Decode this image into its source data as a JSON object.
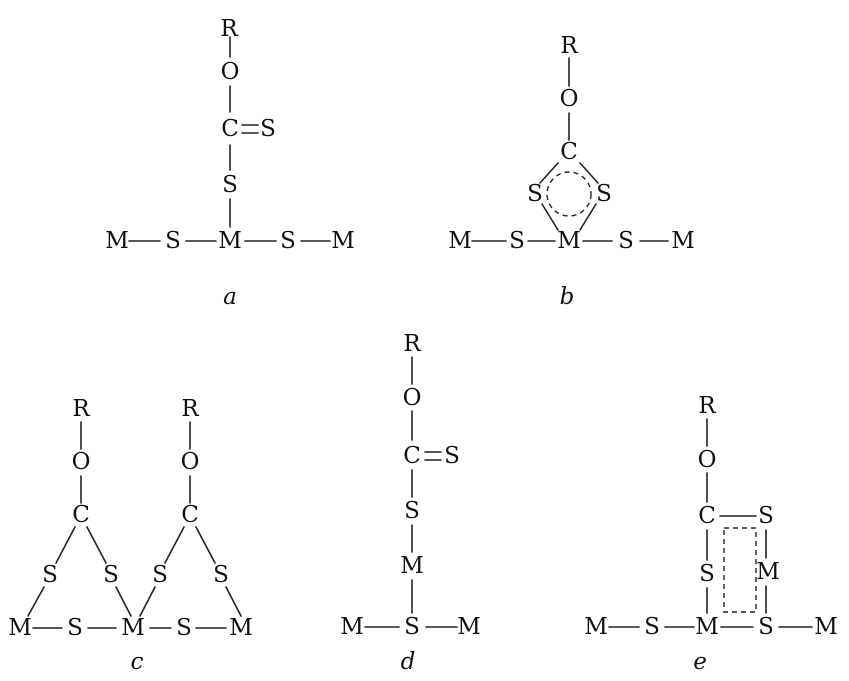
{
  "structures": [
    {
      "caption": "a",
      "atoms": {
        "R": "R",
        "O": "O",
        "C": "C",
        "Sdbl": "S",
        "S1": "S",
        "M_left": "M",
        "S_left": "S",
        "M_center": "M",
        "S_right": "S",
        "M_right": "M"
      }
    },
    {
      "caption": "b",
      "atoms": {
        "R": "R",
        "O": "O",
        "C": "C",
        "S_ring_left": "S",
        "S_ring_right": "S",
        "M_left": "M",
        "S_left": "S",
        "M_center": "M",
        "S_right": "S",
        "M_right": "M"
      }
    },
    {
      "caption": "c",
      "atoms": {
        "R1": "R",
        "O1": "O",
        "C1": "C",
        "S1a": "S",
        "S1b": "S",
        "R2": "R",
        "O2": "O",
        "C2": "C",
        "S2a": "S",
        "S2b": "S",
        "M1": "M",
        "S3": "S",
        "M2": "M",
        "S4": "S",
        "M3": "M"
      }
    },
    {
      "caption": "d",
      "atoms": {
        "R": "R",
        "O": "O",
        "C": "C",
        "Sdbl": "S",
        "S1": "S",
        "M_top": "M",
        "M_left": "M",
        "S_center": "S",
        "M_right": "M"
      }
    },
    {
      "caption": "e",
      "atoms": {
        "R": "R",
        "O": "O",
        "C": "C",
        "S_top_right": "S",
        "S_left": "S",
        "M_mid": "M",
        "M_far_left": "M",
        "S_far_left": "S",
        "M_center": "M",
        "S_center": "S",
        "M_far_right": "M"
      }
    }
  ]
}
